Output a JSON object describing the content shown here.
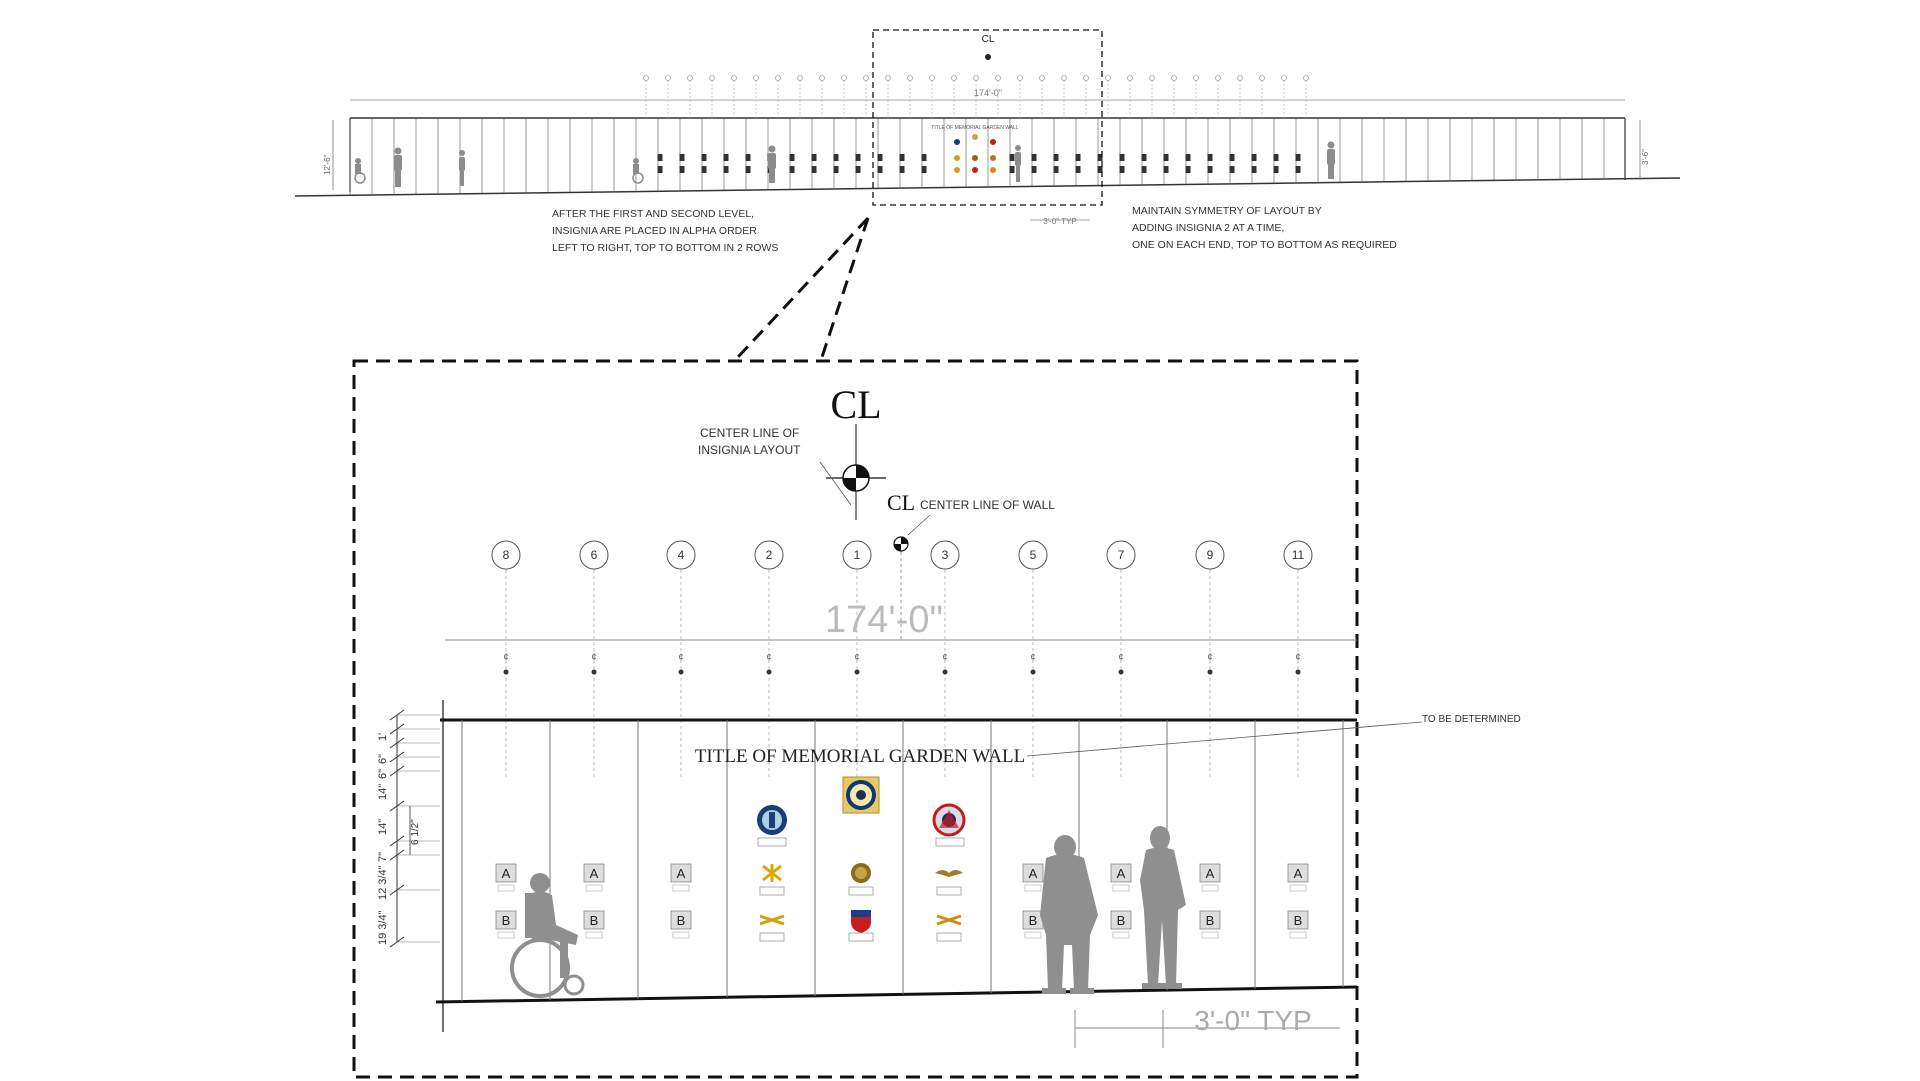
{
  "overview": {
    "centerline_symbol": "CL",
    "overall_dimension": "174'-0\"",
    "left_height_dimension": "12'-6\"",
    "right_height_dimension": "3'-6\"",
    "panel_width_dimension": "3'-0\" TYP",
    "title_small": "TITLE OF MEMORIAL GARDEN WALL",
    "note_left": [
      "AFTER THE FIRST AND SECOND LEVEL,",
      "INSIGNIA ARE PLACED IN ALPHA ORDER",
      "LEFT TO RIGHT, TOP TO BOTTOM IN 2 ROWS"
    ],
    "note_right": [
      "MAINTAIN SYMMETRY OF LAYOUT BY",
      "ADDING INSIGNIA 2 AT A TIME,",
      "ONE ON EACH END, TOP TO BOTTOM AS REQUIRED"
    ]
  },
  "detail": {
    "centerline_symbol": "CL",
    "centerline_insignia_label": [
      "CENTER LINE OF",
      "INSIGNIA LAYOUT"
    ],
    "centerline_wall_label": "CENTER LINE OF  WALL",
    "column_numbers": [
      "8",
      "6",
      "4",
      "2",
      "1",
      "3",
      "5",
      "7",
      "9",
      "11"
    ],
    "overall_dimension": "174'-0\"",
    "wall_title": "TITLE OF MEMORIAL GARDEN WALL",
    "tbd_label": "TO BE DETERMINED",
    "row_a_label": "A",
    "row_b_label": "B",
    "typ_dimension": "3'-0\"  TYP",
    "vertical_dimensions": [
      "1'",
      "6\"",
      "6\"",
      "14\"",
      "14\"",
      "6 1/2\"",
      "7\"",
      "12 3/4\"",
      "19 3/4\""
    ],
    "colors": {
      "line": "#111111",
      "dash": "#111111",
      "figure": "#9a9a9a",
      "text": "#333333"
    }
  }
}
